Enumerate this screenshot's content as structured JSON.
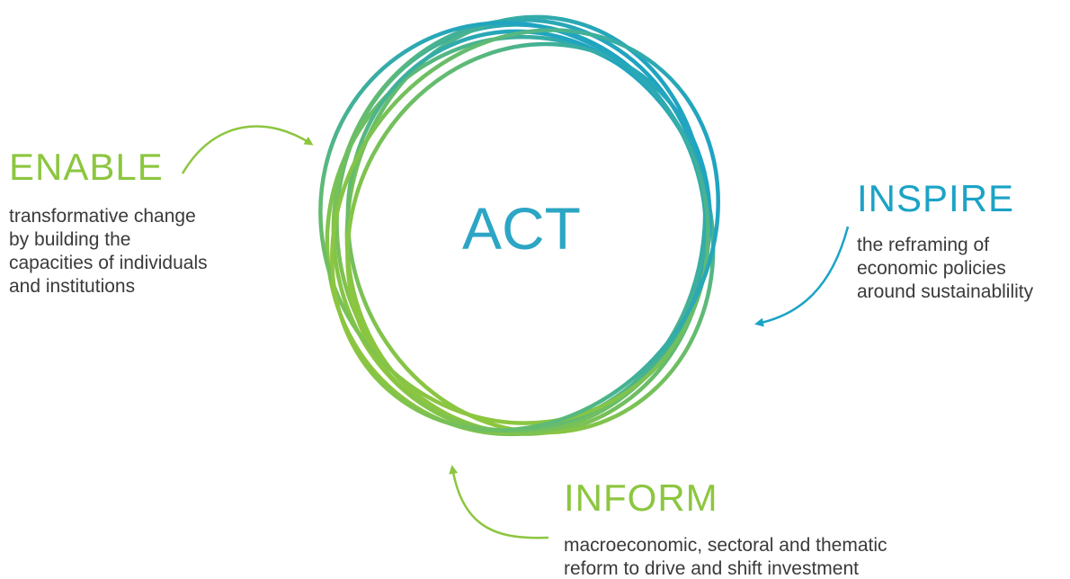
{
  "center": {
    "label": "ACT",
    "color": "#2ca6c4"
  },
  "colors": {
    "green": "#8cc63f",
    "teal": "#1ba3c6",
    "text": "#3a3a3a"
  },
  "enable": {
    "title": "ENABLE",
    "lines": [
      "transformative change",
      "by building the",
      "capacities of individuals",
      "and institutions"
    ]
  },
  "inspire": {
    "title": "INSPIRE",
    "lines": [
      "the reframing of",
      "economic policies",
      "around sustainablility"
    ]
  },
  "inform": {
    "title": "INFORM",
    "lines": [
      "macroeconomic, sectoral and thematic",
      "reform to drive and shift investment"
    ]
  }
}
